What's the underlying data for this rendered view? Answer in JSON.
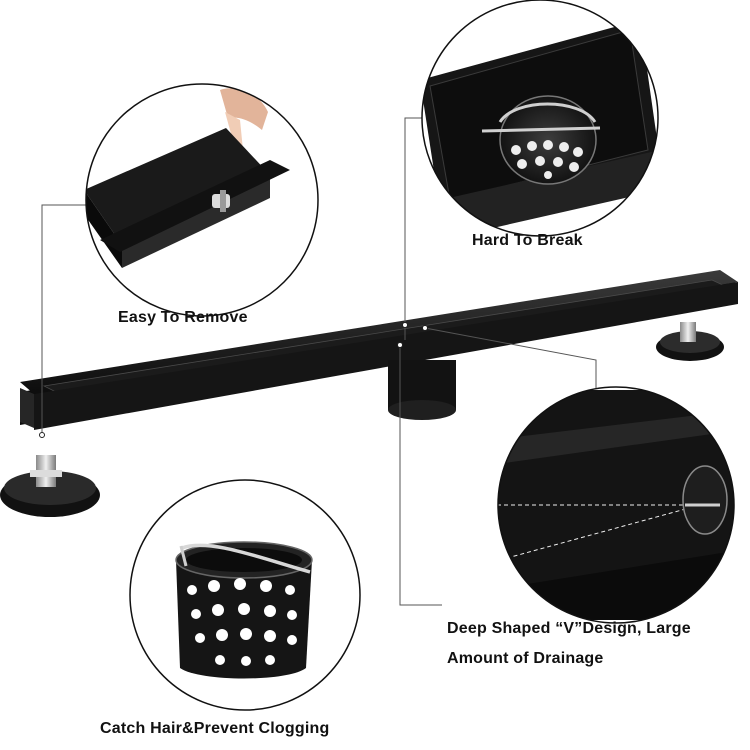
{
  "callouts": {
    "easy_remove": "Easy To Remove",
    "hard_break": "Hard To Break",
    "deep_v_line1": "Deep Shaped “V”Design,  Large",
    "deep_v_line2": "Amount of Drainage",
    "catch_hair": "Catch Hair&Prevent Clogging"
  },
  "colors": {
    "background": "#ffffff",
    "drain_body": "#141414",
    "metal": "#c9c9c9",
    "text": "#111111"
  }
}
